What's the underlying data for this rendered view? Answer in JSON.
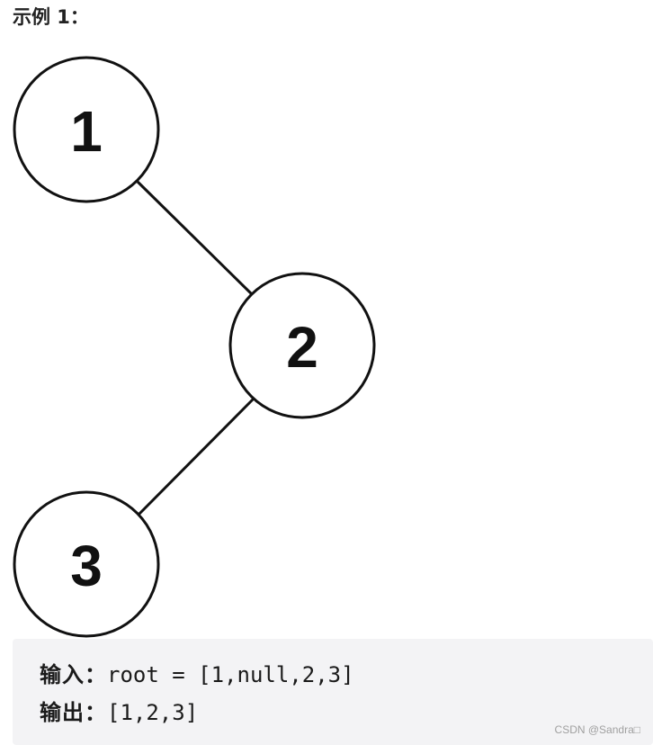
{
  "heading": "示例 1：",
  "tree": {
    "nodes": [
      "1",
      "2",
      "3"
    ]
  },
  "code": {
    "input_label": "输入：",
    "input_value": "root = [1,null,2,3]",
    "output_label": "输出：",
    "output_value": "[1,2,3]"
  },
  "watermark": "CSDN @Sandra□",
  "colors": {
    "code_background": "#f3f3f5",
    "stroke": "#111111"
  }
}
